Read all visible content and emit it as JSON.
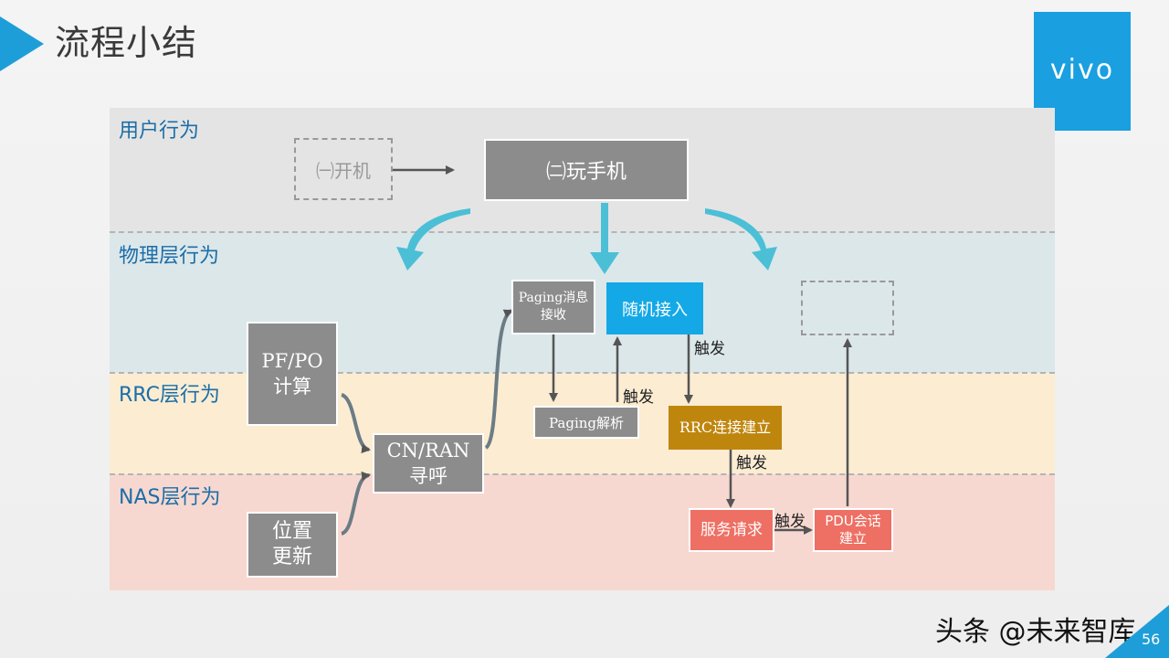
{
  "header": {
    "title": "流程小结"
  },
  "brand": {
    "logo_text": "vivo",
    "color": "#1a9fe0"
  },
  "lanes": {
    "user": "用户行为",
    "physical": "物理层行为",
    "rrc": "RRC层行为",
    "nas": "NAS层行为"
  },
  "nodes": {
    "power_on": "㈠开机",
    "play_phone": "㈡玩手机",
    "paging_receive": "Paging消息接收",
    "random_access": "随机接入",
    "pf_po": "PF/PO计算",
    "cn_ran": "CN/RAN寻呼",
    "paging_parse": "Paging解析",
    "rrc_setup": "RRC连接建立",
    "location_update": "位置更新",
    "service_request": "服务请求",
    "pdu_setup": "PDU会话建立"
  },
  "triggers": {
    "t1": "触发",
    "t2": "触发",
    "t3": "触发",
    "t4": "触发"
  },
  "footer": {
    "watermark": "头条 @未来智库",
    "page": "56"
  },
  "colors": {
    "node_gray": "#8c8c8c",
    "random_access": "#14a8e6",
    "rrc_setup": "#bf860e",
    "nas_nodes": "#ee6f63",
    "lane_label": "#1b6ea8",
    "big_arrow": "#4bbfd6"
  }
}
